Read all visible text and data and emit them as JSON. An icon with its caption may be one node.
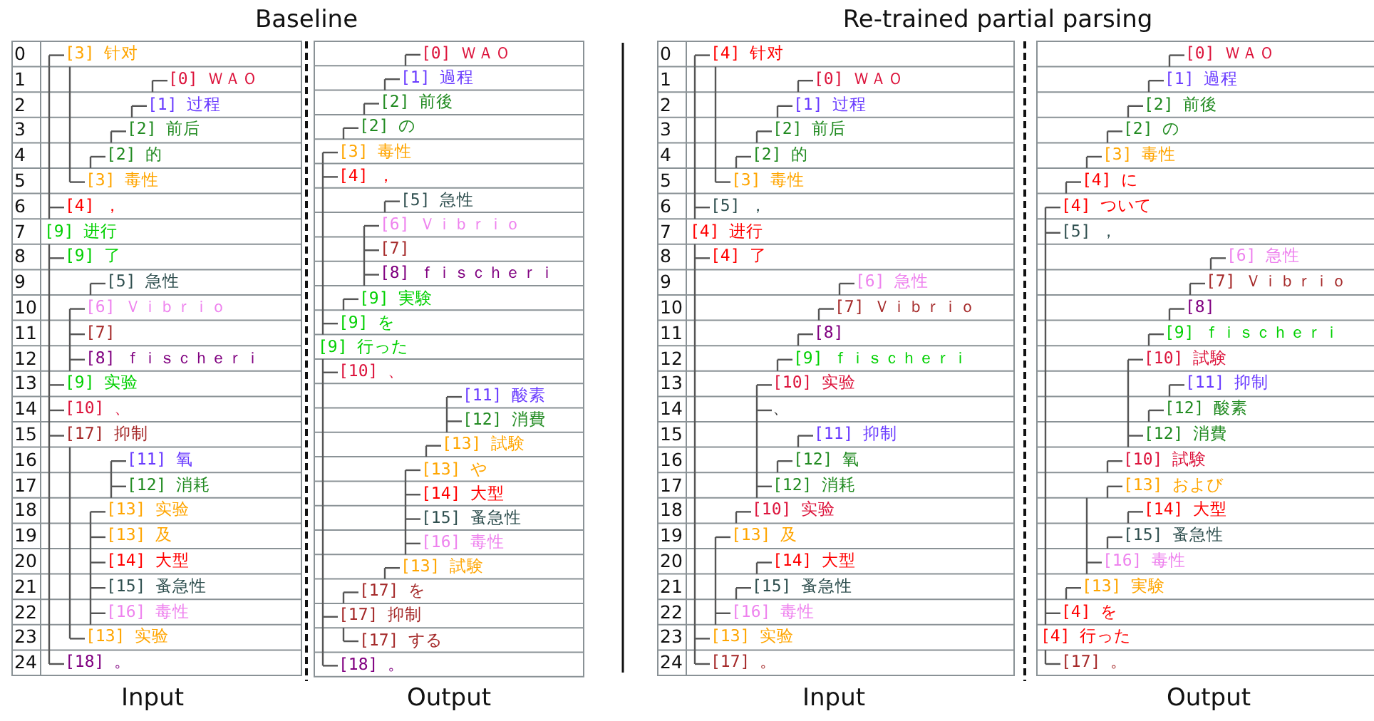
{
  "diagram": {
    "labels": [
      "Baseline",
      "Re-trained partial parsing",
      "0",
      "[3] 针对",
      "1",
      "[0] ＷＡＯ",
      "2",
      "[1] 过程",
      "3",
      "[2] 前后",
      "4",
      "[2] 的",
      "5",
      "[3] 毒性",
      "6",
      "[4] ，",
      "7",
      "[9] 进行",
      "8",
      "[9] 了",
      "9",
      "[5] 急性",
      "10",
      "[6] Ｖｉｂｒｉｏ",
      "11",
      "[7]",
      "12",
      "[8] ｆｉｓｃｈｅｒｉ",
      "13",
      "[9] 实验",
      "14",
      "[10] 、",
      "15",
      "[17] 抑制",
      "16",
      "[11] 氧",
      "17",
      "[12] 消耗",
      "18",
      "[13] 实验",
      "19",
      "[13] 及",
      "20",
      "[14] 大型",
      "21",
      "[15] 蚤急性",
      "22",
      "[16] 毒性",
      "23",
      "[13] 实验",
      "24",
      "[18] 。",
      "[0] ＷＡＯ",
      "[1] 過程",
      "[2] 前後",
      "[2] の",
      "[3] 毒性",
      "[4] ，",
      "[5] 急性",
      "[6] Ｖｉｂｒｉｏ",
      "[7]",
      "[8] ｆｉｓｃｈｅｒｉ",
      "[9] 実験",
      "[9] を",
      "[9] 行った",
      "[10] 、",
      "[11] 酸素",
      "[12] 消費",
      "[13] 試験",
      "[13] や",
      "[14] 大型",
      "[15] 蚤急性",
      "[16] 毒性",
      "[13] 試験",
      "[17] を",
      "[17] 抑制",
      "[17] する",
      "[18] 。",
      "Input",
      "Output",
      "0",
      "[4] 针对",
      "1",
      "[0] ＷＡＯ",
      "2",
      "[1] 过程",
      "3",
      "[2] 前后",
      "4",
      "[2] 的",
      "5",
      "[3] 毒性",
      "6",
      "[5] ，",
      "7",
      "[4] 进行",
      "8",
      "[4] 了",
      "9",
      "[6] 急性",
      "10",
      "[7] Ｖｉｂｒｉｏ",
      "11",
      "[8]",
      "12",
      "[9] ｆｉｓｃｈｅｒｉ",
      "13",
      "[10] 实验",
      "14",
      "、",
      "15",
      "[11] 抑制",
      "16",
      "[12] 氧",
      "17",
      "[12] 消耗",
      "18",
      "[10] 实验",
      "19",
      "[13] 及",
      "20",
      "[14] 大型",
      "21",
      "[15] 蚤急性",
      "22",
      "[16] 毒性",
      "23",
      "[13] 实验",
      "24",
      "[17] 。",
      "[0] ＷＡＯ",
      "[1] 過程",
      "[2] 前後",
      "[2] の",
      "[3] 毒性",
      "[4] に",
      "[4] ついて",
      "[5] ，",
      "[6] 急性",
      "[7] Ｖｉｂｒｉｏ",
      "[8]",
      "[9] ｆｉｓｃｈｅｒｉ",
      "[10] 試験",
      "[11] 抑制",
      "[12] 酸素",
      "[12] 消費",
      "[10] 試験",
      "[13] および",
      "[14] 大型",
      "[15] 蚤急性",
      "[16] 毒性",
      "[13] 実験",
      "[4] を",
      "[4] 行った",
      "[17] 。",
      "Input",
      "Output"
    ]
  }
}
